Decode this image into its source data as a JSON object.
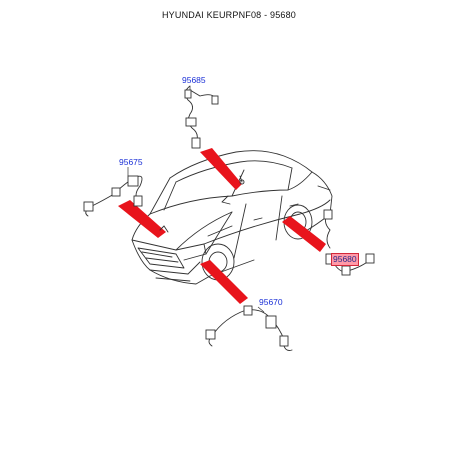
{
  "header": {
    "title": "HYUNDAI KEURPNF08 - 95680"
  },
  "parts": [
    {
      "id": "95685",
      "highlighted": false
    },
    {
      "id": "95675",
      "highlighted": false
    },
    {
      "id": "95680",
      "highlighted": true
    },
    {
      "id": "95670",
      "highlighted": false
    }
  ],
  "colors": {
    "label": "#1a2fd6",
    "arrow": "#e8141c",
    "line": "#333333",
    "highlight_bg": "#ff9aa8"
  }
}
